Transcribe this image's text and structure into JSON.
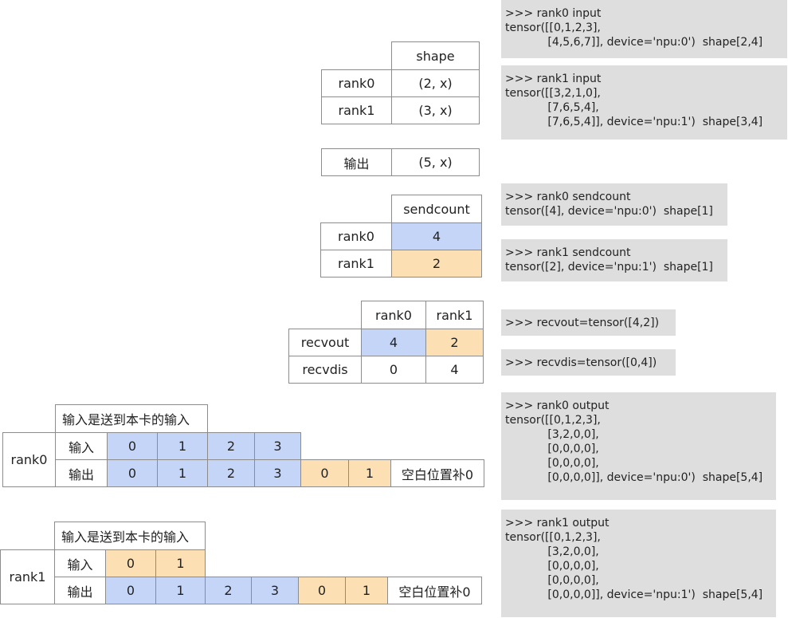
{
  "shape_table": {
    "header": "shape",
    "rows": [
      {
        "label": "rank0",
        "value": "(2, x)"
      },
      {
        "label": "rank1",
        "value": "(3, x)"
      }
    ]
  },
  "output_table": {
    "label": "输出",
    "value": "(5, x)"
  },
  "sendcount_table": {
    "header": "sendcount",
    "rows": [
      {
        "label": "rank0",
        "value": "4"
      },
      {
        "label": "rank1",
        "value": "2"
      }
    ]
  },
  "recv_table": {
    "headers": [
      "rank0",
      "rank1"
    ],
    "rows": [
      {
        "label": "recvout",
        "values": [
          "4",
          "2"
        ]
      },
      {
        "label": "recvdis",
        "values": [
          "0",
          "4"
        ]
      }
    ]
  },
  "rank0_diagram": {
    "title": "输入是送到本卡的输入",
    "rank": "rank0",
    "input_label": "输入",
    "output_label": "输出",
    "input_cells": [
      "0",
      "1",
      "2",
      "3"
    ],
    "output_cells": [
      "0",
      "1",
      "2",
      "3",
      "0",
      "1"
    ],
    "pad_label": "空白位置补0"
  },
  "rank1_diagram": {
    "title": "输入是送到本卡的输入",
    "rank": "rank1",
    "input_label": "输入",
    "output_label": "输出",
    "input_cells": [
      "0",
      "1"
    ],
    "output_cells": [
      "0",
      "1",
      "2",
      "3",
      "0",
      "1"
    ],
    "pad_label": "空白位置补0"
  },
  "code_panels": {
    "rank0_input": [
      ">>> rank0 input",
      "tensor([[0,1,2,3],",
      "            [4,5,6,7]], device='npu:0')  shape[2,4]"
    ],
    "rank1_input": [
      ">>> rank1 input",
      "tensor([[3,2,1,0],",
      "            [7,6,5,4],",
      "            [7,6,5,4]], device='npu:1')  shape[3,4]"
    ],
    "rank0_sendcount": [
      ">>> rank0 sendcount",
      "tensor([4], device='npu:0')  shape[1]"
    ],
    "rank1_sendcount": [
      ">>> rank1 sendcount",
      "tensor([2], device='npu:1')  shape[1]"
    ],
    "recvout": [
      ">>> recvout=tensor([4,2])"
    ],
    "recvdis": [
      ">>> recvdis=tensor([0,4])"
    ],
    "rank0_output": [
      ">>> rank0 output",
      "tensor([[0,1,2,3],",
      "            [3,2,0,0],",
      "            [0,0,0,0],",
      "            [0,0,0,0],",
      "            [0,0,0,0]], device='npu:0')  shape[5,4]"
    ],
    "rank1_output": [
      ">>> rank1 output",
      "tensor([[0,1,2,3],",
      "            [3,2,0,0],",
      "            [0,0,0,0],",
      "            [0,0,0,0],",
      "            [0,0,0,0]], device='npu:1')  shape[5,4]"
    ]
  },
  "colors": {
    "blue": "#c5d5f8",
    "orange": "#fcdfb3",
    "panel": "#dedede",
    "border": "#8c8c8c"
  }
}
